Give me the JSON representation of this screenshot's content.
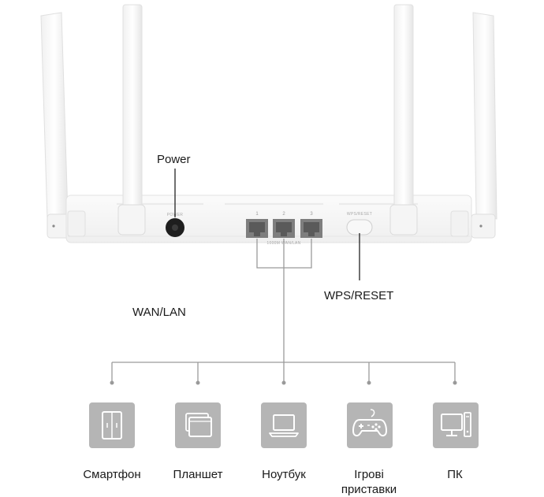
{
  "callouts": {
    "power": "Power",
    "wps_reset": "WPS/RESET",
    "wan_lan": "WAN/LAN"
  },
  "router_panel": {
    "power_label": "POWER",
    "wps_label": "WPS/RESET",
    "port_numbers": [
      "1",
      "2",
      "3"
    ],
    "port_group_label": "1000M WAN/LAN"
  },
  "devices": [
    {
      "icon": "smartphone-icon",
      "label": "Смартфон",
      "label2": ""
    },
    {
      "icon": "tablet-icon",
      "label": "Планшет",
      "label2": ""
    },
    {
      "icon": "laptop-icon",
      "label": "Ноутбук",
      "label2": ""
    },
    {
      "icon": "gamepad-icon",
      "label": "Ігрові",
      "label2": "приставки"
    },
    {
      "icon": "desktop-pc-icon",
      "label": "ПК",
      "label2": ""
    }
  ],
  "colors": {
    "router_body": "#f7f7f7",
    "router_edge": "#dcdcdc",
    "connector_line": "#9a9a9a",
    "icon_tile": "#b5b5b5",
    "port_frame": "#8a8a8a"
  }
}
